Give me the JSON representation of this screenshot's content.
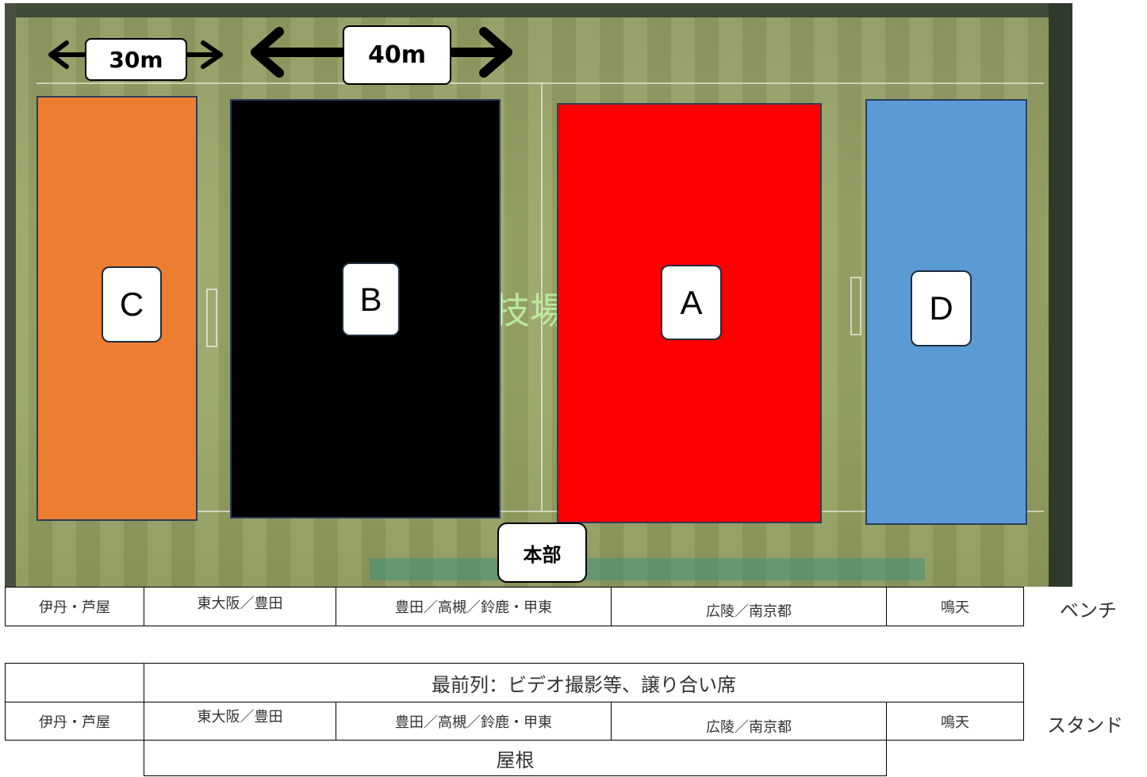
{
  "field": {
    "bg_text": "技場",
    "zones": [
      {
        "id": "C",
        "label": "C",
        "color": "#ed7d31"
      },
      {
        "id": "B",
        "label": "B",
        "color": "#000000"
      },
      {
        "id": "A",
        "label": "A",
        "color": "#ff0000"
      },
      {
        "id": "D",
        "label": "D",
        "color": "#5b9bd5"
      }
    ],
    "dim_30": "30m",
    "dim_40": "40m",
    "hq": "本部"
  },
  "bench": {
    "cells": [
      "伊丹・芦屋",
      "東大阪／豊田",
      "豊田／高槻／鈴鹿・甲東",
      "広陵／南京都",
      "鳴天"
    ],
    "side_label": "ベンチ"
  },
  "stand": {
    "front_row": "最前列：ビデオ撮影等、譲り合い席",
    "cells": [
      "伊丹・芦屋",
      "東大阪／豊田",
      "豊田／高槻／鈴鹿・甲東",
      "広陵／南京都",
      "鳴天"
    ],
    "roof": "屋根",
    "side_label": "スタンド"
  }
}
